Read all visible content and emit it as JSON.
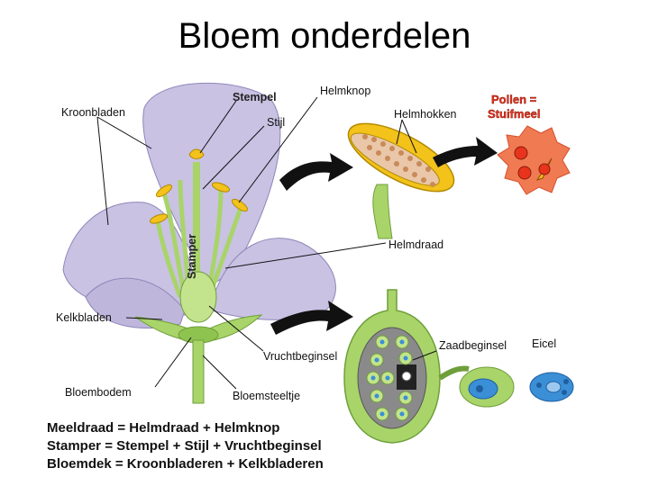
{
  "title": "Bloem onderdelen",
  "labels": {
    "kroonbladen": "Kroonbladen",
    "stempel": "Stempel",
    "stijl": "Stijl",
    "helmknop": "Helmknop",
    "helmhokken": "Helmhokken",
    "pollen_line1": "Pollen =",
    "pollen_line2": "Stuifmeel",
    "stamper": "Stamper",
    "helmdraad": "Helmdraad",
    "kelkbladen": "Kelkbladen",
    "vruchtbeginsel": "Vruchtbeginsel",
    "zaadbeginsel": "Zaadbeginsel",
    "eicel": "Eicel",
    "bloembodem": "Bloembodem",
    "bloemsteeltje": "Bloemsteeltje"
  },
  "formulas": [
    "Meeldraad = Helmdraad + Helmknop",
    "Stamper = Stempel + Stijl + Vruchtbeginsel",
    "Bloemdek = Kroonbladeren + Kelkbladeren"
  ],
  "colors": {
    "petal": "#c9c2e3",
    "petal_edge": "#8f86b8",
    "green": "#a9d46a",
    "green_dark": "#6f9f3a",
    "anther": "#f3c21b",
    "pollen_red": "#e8341c",
    "pollen_bg": "#f07a52",
    "ovary_grey": "#8a8a8a",
    "ovule_blue": "#3b8fd6"
  }
}
